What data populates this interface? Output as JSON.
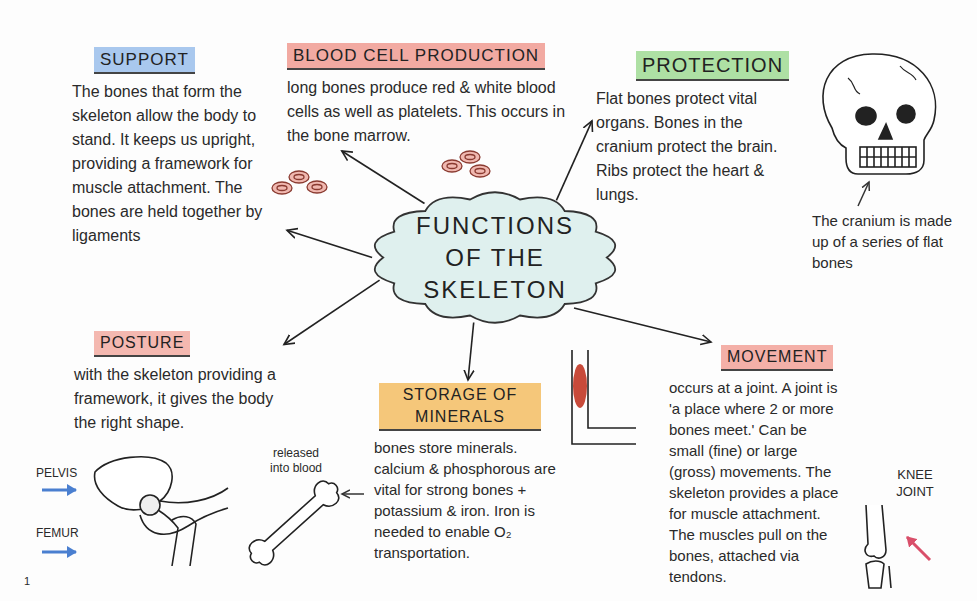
{
  "diagram": {
    "title": "FUNCTIONS OF THE SKELETON",
    "nodes": [
      {
        "text": [
          "FUNCTIONS OF THE SKELETON"
        ]
      },
      {
        "text": [
          "SUPPORT",
          "The bones that form the skeleton allow the body to stand. It keeps us upright, providing a framework for muscle attachment. The bones are held together by ligaments"
        ]
      },
      {
        "text": [
          "BLOOD CELL PRODUCTION",
          "long bones produce red & white blood cells as well as platelets. This occurs in the bone marrow."
        ]
      },
      {
        "text": [
          "PROTECTION",
          "Flat bones protect vital organs. Bones in the cranium protect the brain. Ribs protect the heart & lungs."
        ]
      },
      {
        "text": [
          "POSTURE",
          "with the skeleton providing a framework, it gives the body the right shape."
        ]
      },
      {
        "text": [
          "STORAGE OF MINERALS",
          "bones store minerals. calcium & phosphorous are vital for strong bones + potassium & iron. Iron is needed to enable O₂ transportation."
        ]
      },
      {
        "text": [
          "MOVEMENT",
          "occurs at a joint. A joint is 'a place where 2 or more bones meet.' Can be small (fine) or large (gross) movements. The skeleton provides a place for muscle attachment. The muscles pull on the bones, attached via tendons."
        ]
      }
    ],
    "edges": [
      {
        "from": 0,
        "to": 1,
        "arrow": "to"
      },
      {
        "from": 0,
        "to": 2,
        "arrow": "to"
      },
      {
        "from": 0,
        "to": 3,
        "arrow": "to"
      },
      {
        "from": 0,
        "to": 4,
        "arrow": "to"
      },
      {
        "from": 0,
        "to": 5,
        "arrow": "to"
      },
      {
        "from": 0,
        "to": 6,
        "arrow": "to"
      }
    ],
    "labels": [
      "The cranium is made up of a series of flat bones",
      "released into blood",
      "PELVIS",
      "FEMUR",
      "KNEE JOINT",
      "1"
    ]
  }
}
